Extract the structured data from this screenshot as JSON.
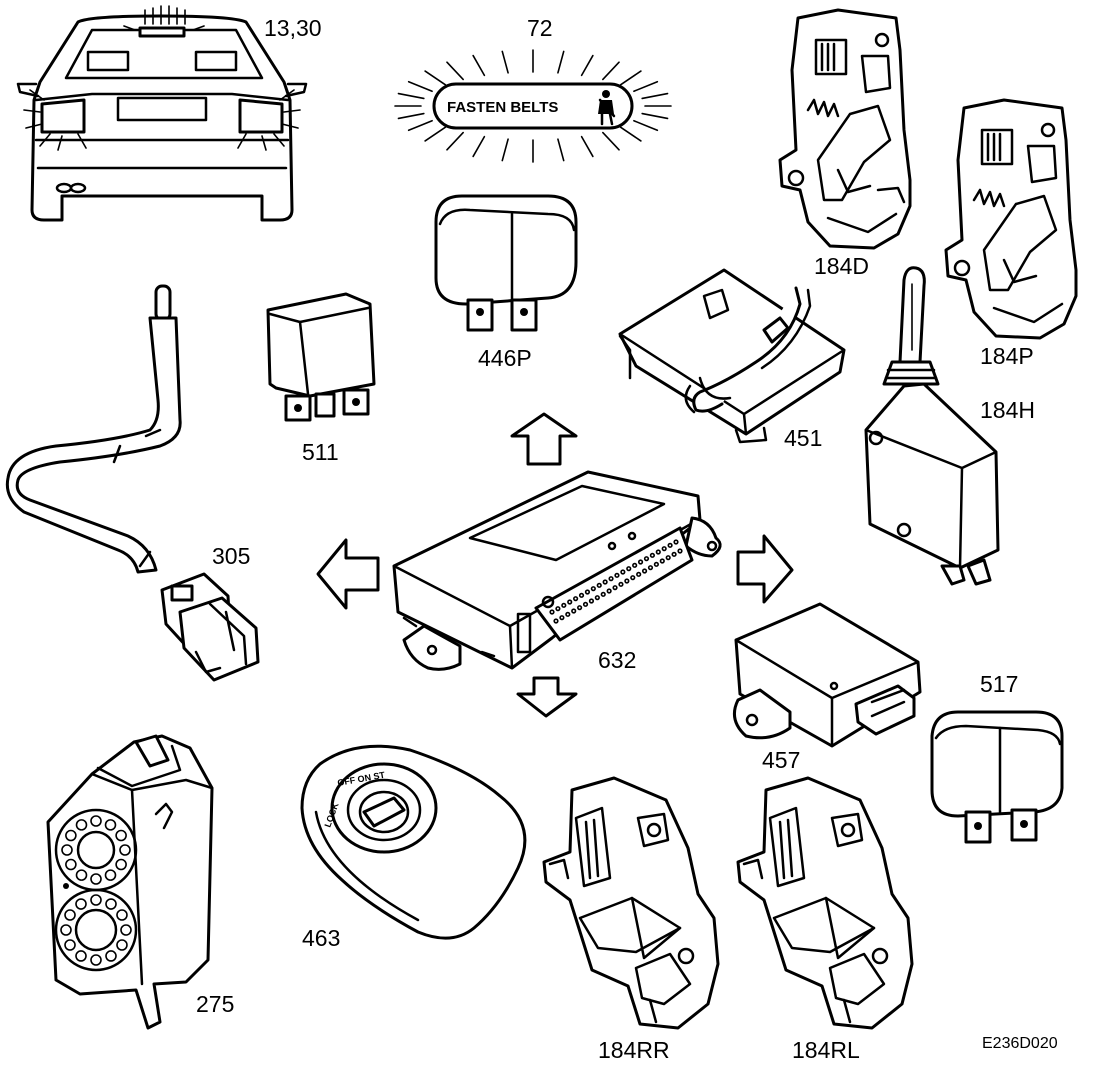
{
  "diagram": {
    "drawing_code": "E236D020",
    "fasten_belts_text": "FASTEN BELTS",
    "ignition_labels": {
      "lock": "LOCK",
      "off_on_st": "OFF ON ST"
    },
    "components": [
      {
        "id": "rear_lights",
        "label": "13,30",
        "icon": "car-rear-view-icon"
      },
      {
        "id": "seatbelt_warning",
        "label": "72",
        "icon": "seatbelt-warning-lamp-icon"
      },
      {
        "id": "lock_motor_front_driver",
        "label": "184D",
        "icon": "door-lock-motor-icon"
      },
      {
        "id": "lock_motor_front_passenger",
        "label": "184P",
        "icon": "door-lock-motor-icon"
      },
      {
        "id": "lock_motor_hatch",
        "label": "184H",
        "icon": "tailgate-lock-actuator-icon"
      },
      {
        "id": "relay_446p",
        "label": "446P",
        "icon": "relay-icon"
      },
      {
        "id": "relay_511",
        "label": "511",
        "icon": "relay-icon"
      },
      {
        "id": "module_451",
        "label": "451",
        "icon": "control-module-icon"
      },
      {
        "id": "sensor_305",
        "label": "305",
        "icon": "cable-sensor-icon"
      },
      {
        "id": "central_unit_632",
        "label": "632",
        "icon": "central-control-unit-icon"
      },
      {
        "id": "module_457",
        "label": "457",
        "icon": "control-module-icon"
      },
      {
        "id": "relay_517",
        "label": "517",
        "icon": "relay-icon"
      },
      {
        "id": "siren_275",
        "label": "275",
        "icon": "siren-speaker-icon"
      },
      {
        "id": "ignition_463",
        "label": "463",
        "icon": "ignition-switch-icon"
      },
      {
        "id": "lock_motor_rear_right",
        "label": "184RR",
        "icon": "door-lock-motor-icon"
      },
      {
        "id": "lock_motor_rear_left",
        "label": "184RL",
        "icon": "door-lock-motor-icon"
      }
    ]
  }
}
